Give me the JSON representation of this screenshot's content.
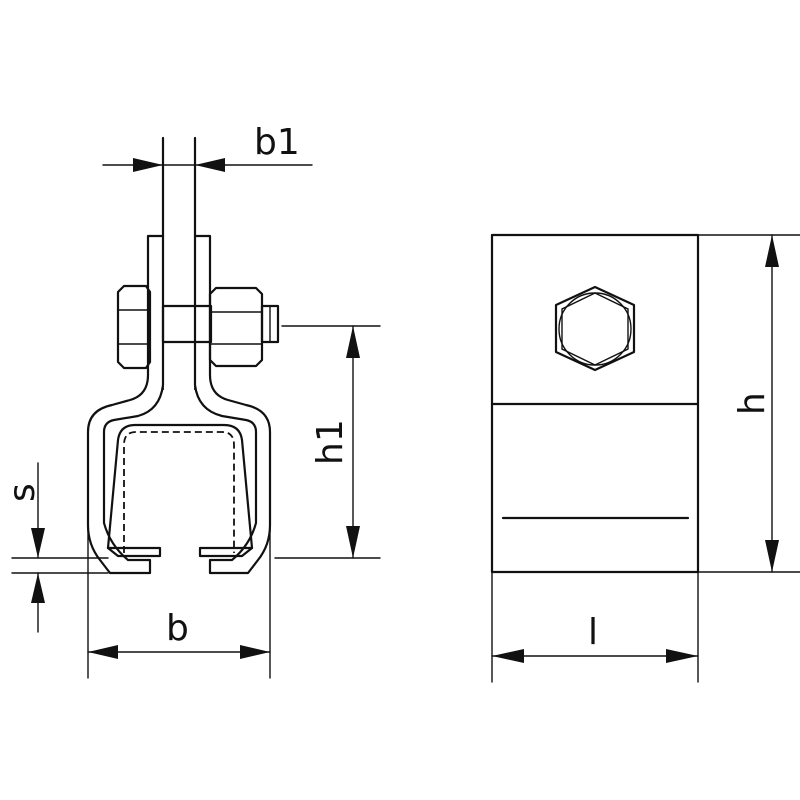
{
  "dimensions": {
    "b1": "b1",
    "h1": "h1",
    "s": "s",
    "b": "b",
    "h": "h",
    "l": "l"
  },
  "colors": {
    "line": "#111111",
    "background": "#ffffff"
  }
}
